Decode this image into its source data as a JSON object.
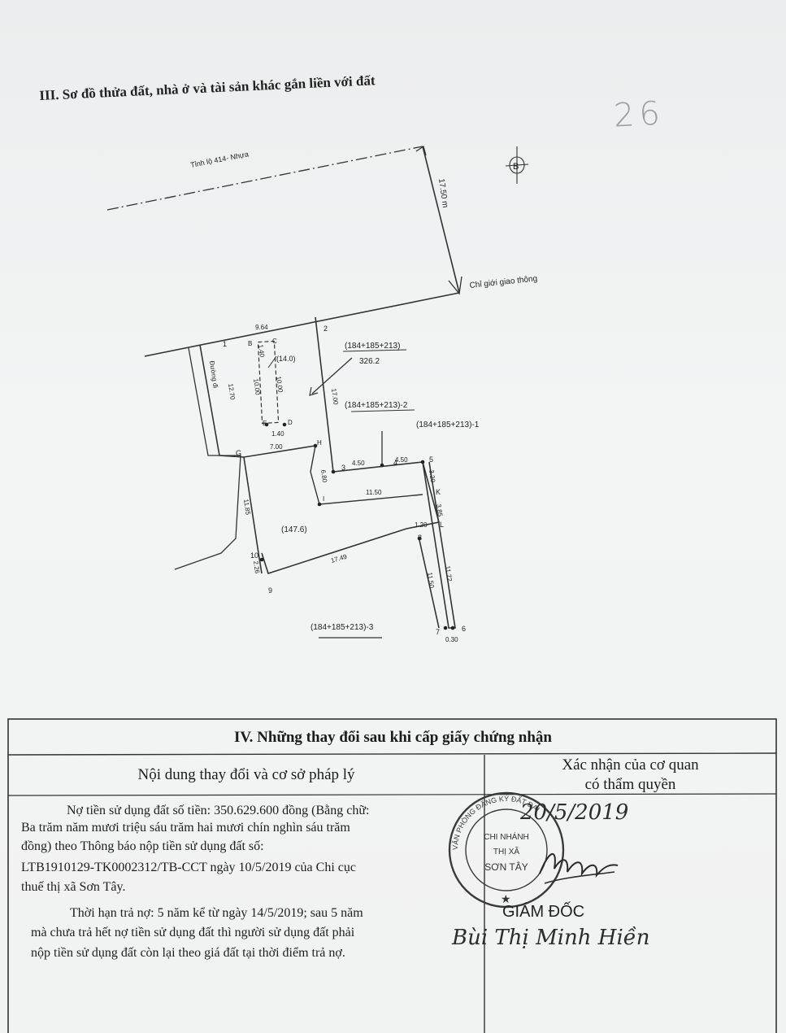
{
  "section3": {
    "title": "III. Sơ đồ thửa đất, nhà ở và tài sản khác gắn liền với đất",
    "page_number": "26"
  },
  "diagram": {
    "road_label": "Tỉnh lộ 414- Nhựa",
    "right_edge_len": "17.50 m",
    "traffic_limit": "Chỉ giới giao thông",
    "compass_letter": "B",
    "parcel_main": "(184+185+213)",
    "parcel_area": "326.2",
    "parcel_2": "(184+185+213)-2",
    "parcel_1": "(184+185+213)-1",
    "parcel_3": "(184+185+213)-3",
    "house_area": "(14.0)",
    "lower_area": "(147.6)",
    "lane_label": "Đường đi",
    "points": {
      "p1": "1",
      "p2": "2",
      "p3": "3",
      "p4": "4",
      "p5": "5",
      "p6": "6",
      "p7": "7",
      "p8": "8",
      "p9": "9",
      "p10": "10",
      "pB": "B",
      "pC": "C",
      "pD": "D",
      "pE": "E",
      "pG": "G",
      "pH": "H",
      "pI": "I",
      "pK": "K",
      "pL": "L"
    },
    "dims": {
      "d964": "9.64",
      "d140a": "1.40",
      "d1000a": "10.00",
      "d1000b": "10.00",
      "d140b": "1.40",
      "d1270": "12.70",
      "d1700": "17.00",
      "d700": "7.00",
      "d450a": "4.50",
      "d450b": "4.50",
      "d680": "6.80",
      "d1150": "11.50",
      "d320": "3.20",
      "d385": "3.85",
      "d120": "1.20",
      "d1185": "11.85",
      "d226": "2.26",
      "d1749": "17.49",
      "d1150b": "11.50",
      "d1172": "11.72",
      "d030": "0.30"
    }
  },
  "section4": {
    "title": "IV. Những thay đổi sau khi cấp giấy chứng nhận",
    "col_left": "Nội dung thay đổi và cơ sở pháp lý",
    "col_right_1": "Xác nhận của cơ quan",
    "col_right_2": "có thẩm quyền",
    "lines": [
      "Nợ tiền sử dụng đất số tiền: 350.629.600 đồng (Bằng chữ:",
      "Ba trăm năm mươi triệu sáu trăm hai mươi chín nghìn sáu trăm",
      "đồng) theo Thông báo nộp tiền sử dụng đất số:",
      "LTB1910129-TK0002312/TB-CCT ngày 10/5/2019 của Chi cục",
      "thuế thị xã Sơn Tây.",
      "Thời hạn trả nợ: 5 năm kể từ ngày 14/5/2019; sau 5 năm",
      "mà chưa trả hết nợ tiền sử dụng đất thì người sử dụng đất phải",
      "nộp tiền sử dụng đất còn lại theo giá đất tại thời điểm trả nợ."
    ],
    "date_hand": "20/5/2019",
    "stamp_line1": "CHI NHÁNH",
    "stamp_line2": "THỊ XÃ",
    "stamp_line3": "SƠN TÂY",
    "stamp_ring": "VĂN PHÒNG ĐĂNG KÝ ĐẤT ĐAI",
    "signer_title": "GIÁM ĐỐC",
    "signer_name": "Bùi Thị Minh Hiền"
  },
  "colors": {
    "ink": "#222222",
    "paper": "#f1f2f2",
    "stamp": "#3a3a3a"
  }
}
